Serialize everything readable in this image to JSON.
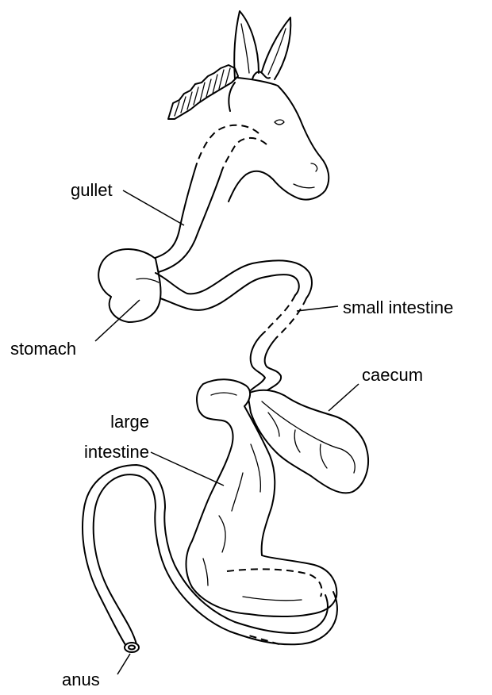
{
  "labels": {
    "gullet": "gullet",
    "stomach": "stomach",
    "small_intestine": "small intestine",
    "caecum": "caecum",
    "large_intestine_line1": "large",
    "large_intestine_line2": "intestine",
    "anus": "anus"
  },
  "colors": {
    "ink": "#000000",
    "background": "#ffffff"
  }
}
